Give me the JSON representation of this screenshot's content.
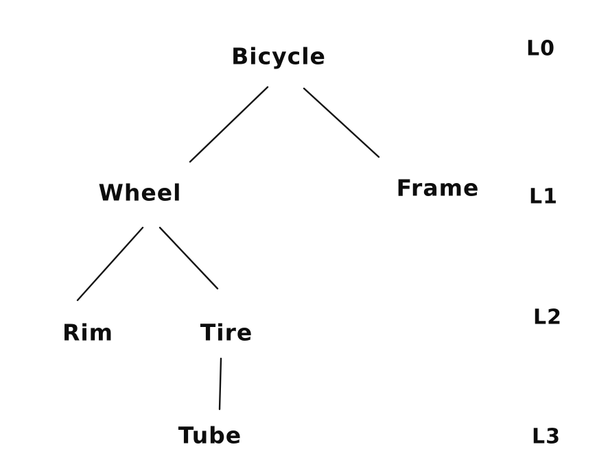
{
  "diagram": {
    "type": "tree",
    "colors": {
      "ink": "#141414",
      "background": "#ffffff"
    },
    "nodes": {
      "bicycle": {
        "label": "Bicycle",
        "level": "L0"
      },
      "wheel": {
        "label": "Wheel",
        "level": "L1"
      },
      "frame": {
        "label": "Frame",
        "level": "L1"
      },
      "rim": {
        "label": "Rim",
        "level": "L2"
      },
      "tire": {
        "label": "Tire",
        "level": "L2"
      },
      "tube": {
        "label": "Tube",
        "level": "L3"
      }
    },
    "edges": [
      {
        "from": "Bicycle",
        "to": "Wheel"
      },
      {
        "from": "Bicycle",
        "to": "Frame"
      },
      {
        "from": "Wheel",
        "to": "Rim"
      },
      {
        "from": "Wheel",
        "to": "Tire"
      },
      {
        "from": "Tire",
        "to": "Tube"
      }
    ],
    "level_labels": {
      "l0": "L0",
      "l1": "L1",
      "l2": "L2",
      "l3": "L3"
    }
  }
}
